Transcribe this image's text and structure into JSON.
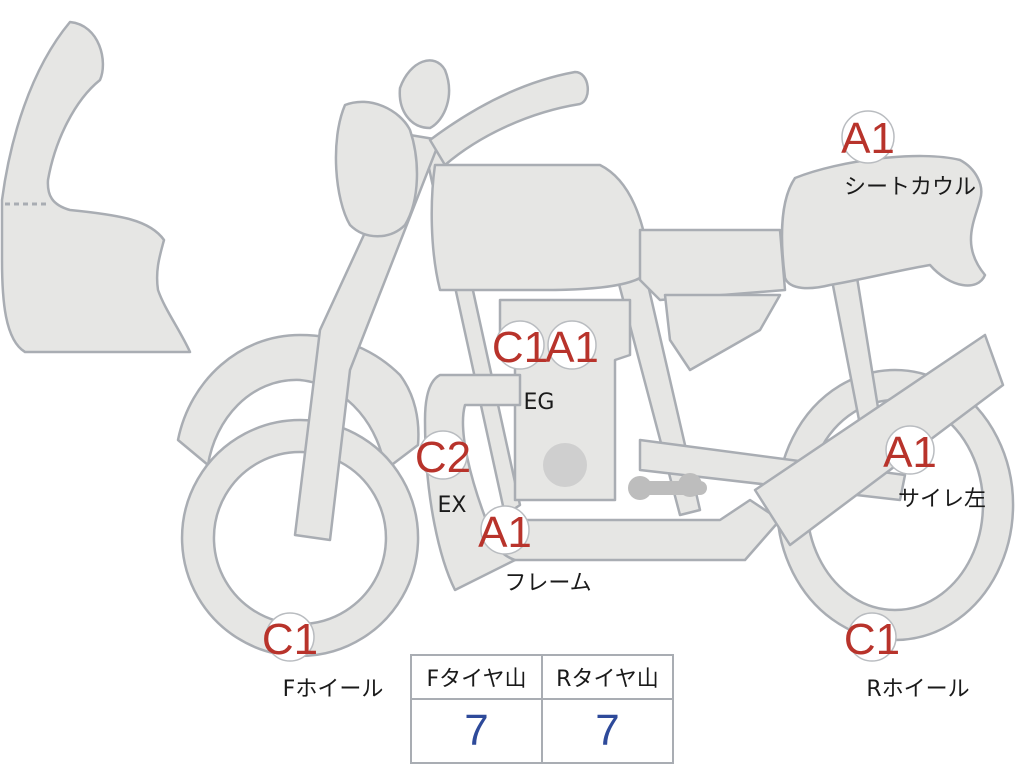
{
  "parts": [
    {
      "id": "seat-cowl",
      "grade": "A1",
      "label": "シートカウル"
    },
    {
      "id": "engine",
      "grade": "C1",
      "grade2": "A1",
      "label": "EG"
    },
    {
      "id": "exhaust",
      "grade": "C2",
      "label": "EX"
    },
    {
      "id": "frame",
      "grade": "A1",
      "label": "フレーム"
    },
    {
      "id": "side-cover-left",
      "grade": "A1",
      "label": "サイレ左"
    },
    {
      "id": "front-wheel",
      "grade": "C1",
      "label": "Fホイール"
    },
    {
      "id": "rear-wheel",
      "grade": "C1",
      "label": "Rホイール"
    }
  ],
  "tire_table": {
    "headers": [
      "Fタイヤ山",
      "Rタイヤ山"
    ],
    "values": [
      "7",
      "7"
    ]
  }
}
